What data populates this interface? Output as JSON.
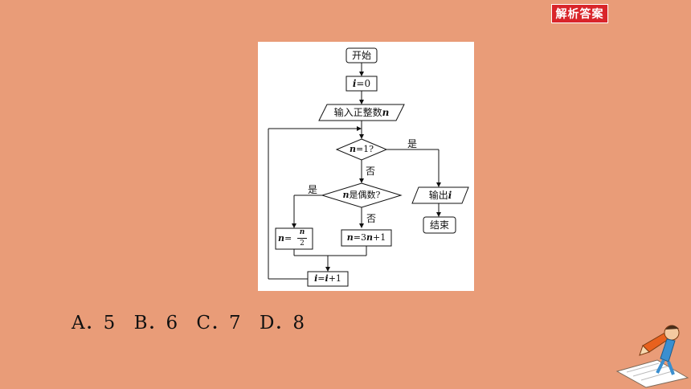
{
  "answer_button": {
    "label": "解析答案"
  },
  "flowchart": {
    "start": "开始",
    "init": {
      "var": "i",
      "eq": "=0"
    },
    "input": {
      "text": "输入正整数",
      "var": "n"
    },
    "cond1": {
      "var": "n",
      "text": "=1?"
    },
    "yes1": "是",
    "no1": "否",
    "output": {
      "text": "输出",
      "var": "i"
    },
    "end": "结束",
    "cond2": {
      "var": "n",
      "text": "是偶数?"
    },
    "yes2": "是",
    "no2": "否",
    "half": {
      "var": "n",
      "eq": "=",
      "num": "n",
      "den": "2"
    },
    "triple": {
      "var": "n",
      "eq": "=3",
      "var2": "n",
      "rest": "+1"
    },
    "incr": {
      "var": "i",
      "eq": "=",
      "var2": "i",
      "rest": "+1"
    }
  },
  "options": [
    "A．5",
    "B．6",
    "C．7",
    "D．8"
  ]
}
